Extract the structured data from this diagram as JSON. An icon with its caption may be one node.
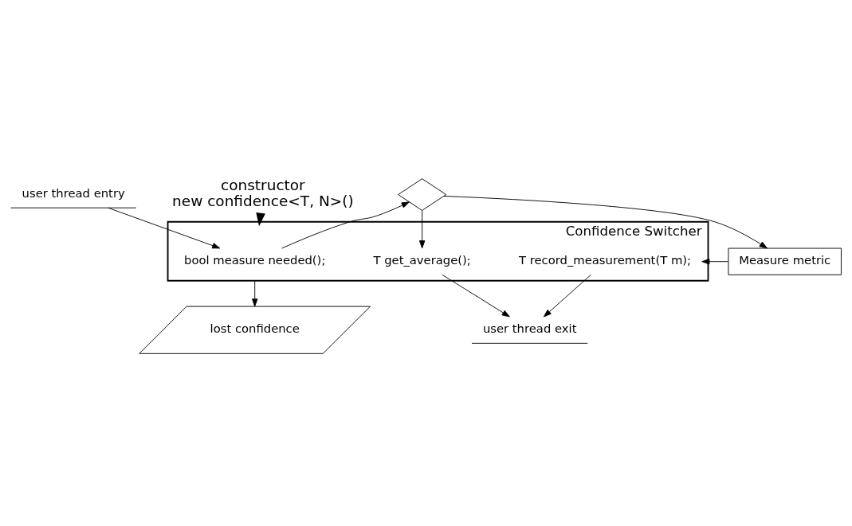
{
  "diagram": {
    "nodes": [
      {
        "text": [
          "user thread entry"
        ]
      },
      {
        "text": [
          "constructor",
          "new confidence<T, N>()"
        ]
      },
      {
        "text": [
          "Confidence Switcher"
        ]
      },
      {
        "text": [
          "bool measure needed();"
        ],
        "in": 2
      },
      {
        "text": [
          "T get_average();"
        ],
        "in": 2
      },
      {
        "text": [
          "T record_measurement(T m);"
        ],
        "in": 2
      },
      {
        "text": [],
        "shape": "diamond"
      },
      {
        "text": [
          "Measure metric"
        ]
      },
      {
        "text": [
          "user thread exit"
        ]
      },
      {
        "text": [
          "lost confidence"
        ]
      }
    ],
    "edges": [
      {
        "from": 0,
        "to": 3,
        "arrow": "to"
      },
      {
        "from": 1,
        "to": 2,
        "arrow": "to",
        "style": "thick"
      },
      {
        "from": 3,
        "to": 6,
        "arrow": "to"
      },
      {
        "from": 6,
        "to": 4,
        "arrow": "to"
      },
      {
        "from": 6,
        "to": 7,
        "arrow": "to"
      },
      {
        "from": 4,
        "to": 8,
        "arrow": "to"
      },
      {
        "from": 7,
        "to": 5,
        "arrow": "to"
      },
      {
        "from": 5,
        "to": 8,
        "arrow": "to"
      },
      {
        "from": 2,
        "to": 9,
        "arrow": "to"
      }
    ]
  }
}
